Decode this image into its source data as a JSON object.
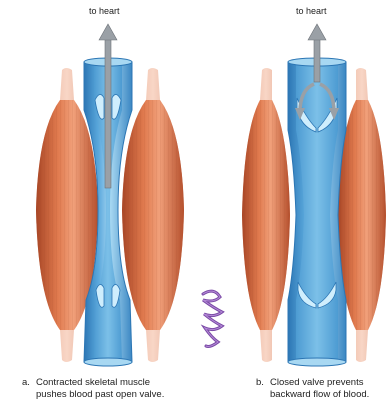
{
  "labels": {
    "to_heart_a": "to heart",
    "to_heart_b": "to heart"
  },
  "captions": {
    "a": {
      "letter": "a.",
      "line1": "Contracted skeletal muscle",
      "line2": "pushes blood past open valve."
    },
    "b": {
      "letter": "b.",
      "line1": "Closed valve prevents",
      "line2": "backward flow of blood."
    }
  },
  "colors": {
    "muscle": "#d2693f",
    "muscle_dark": "#a84626",
    "muscle_light": "#f1a07a",
    "tendon": "#f4c8b5",
    "vein": "#5aa8dc",
    "vein_dark": "#2c76b4",
    "vein_light": "#a8d8f2",
    "arrow": "#9aa0a6",
    "blood_cell": "#7a4aa6"
  }
}
